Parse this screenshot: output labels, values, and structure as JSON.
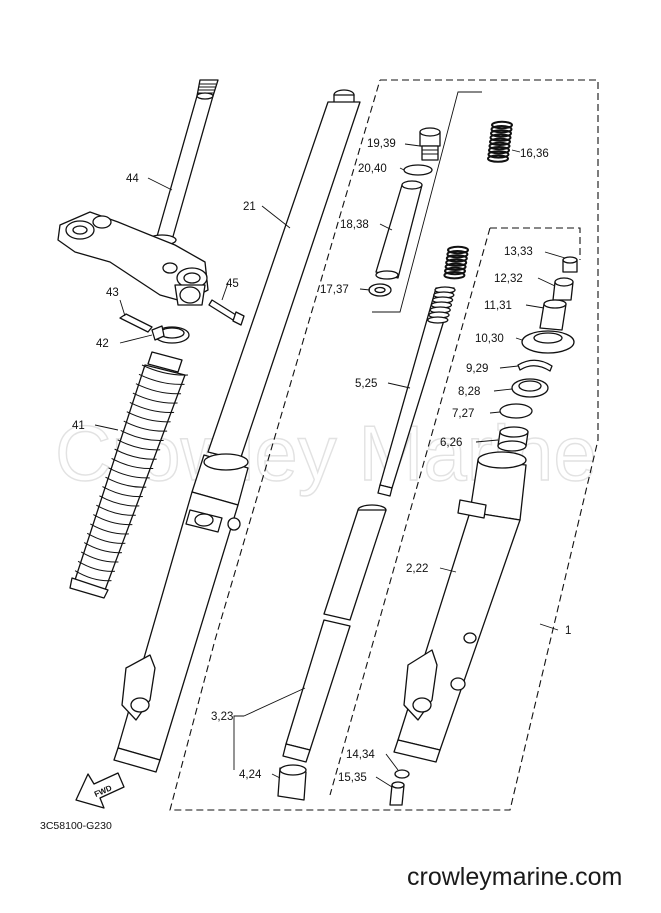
{
  "watermark": "Crowley Marine",
  "diagram_code": "3C58100-G230",
  "fwd_label": "FWD",
  "site_url": "crowleymarine.com",
  "callouts": {
    "p44": "44",
    "p21": "21",
    "p43": "43",
    "p45": "45",
    "p42": "42",
    "p41": "41",
    "p19_39": "19,39",
    "p20_40": "20,40",
    "p18_38": "18,38",
    "p17_37": "17,37",
    "p16_36": "16,36",
    "p13_33": "13,33",
    "p12_32": "12,32",
    "p11_31": "11,31",
    "p10_30": "10,30",
    "p9_29": "9,29",
    "p8_28": "8,28",
    "p7_27": "7,27",
    "p6_26": "6,26",
    "p5_25": "5,25",
    "p2_22": "2,22",
    "p1": "1",
    "p3_23": "3,23",
    "p4_24": "4,24",
    "p14_34": "14,34",
    "p15_35": "15,35"
  }
}
